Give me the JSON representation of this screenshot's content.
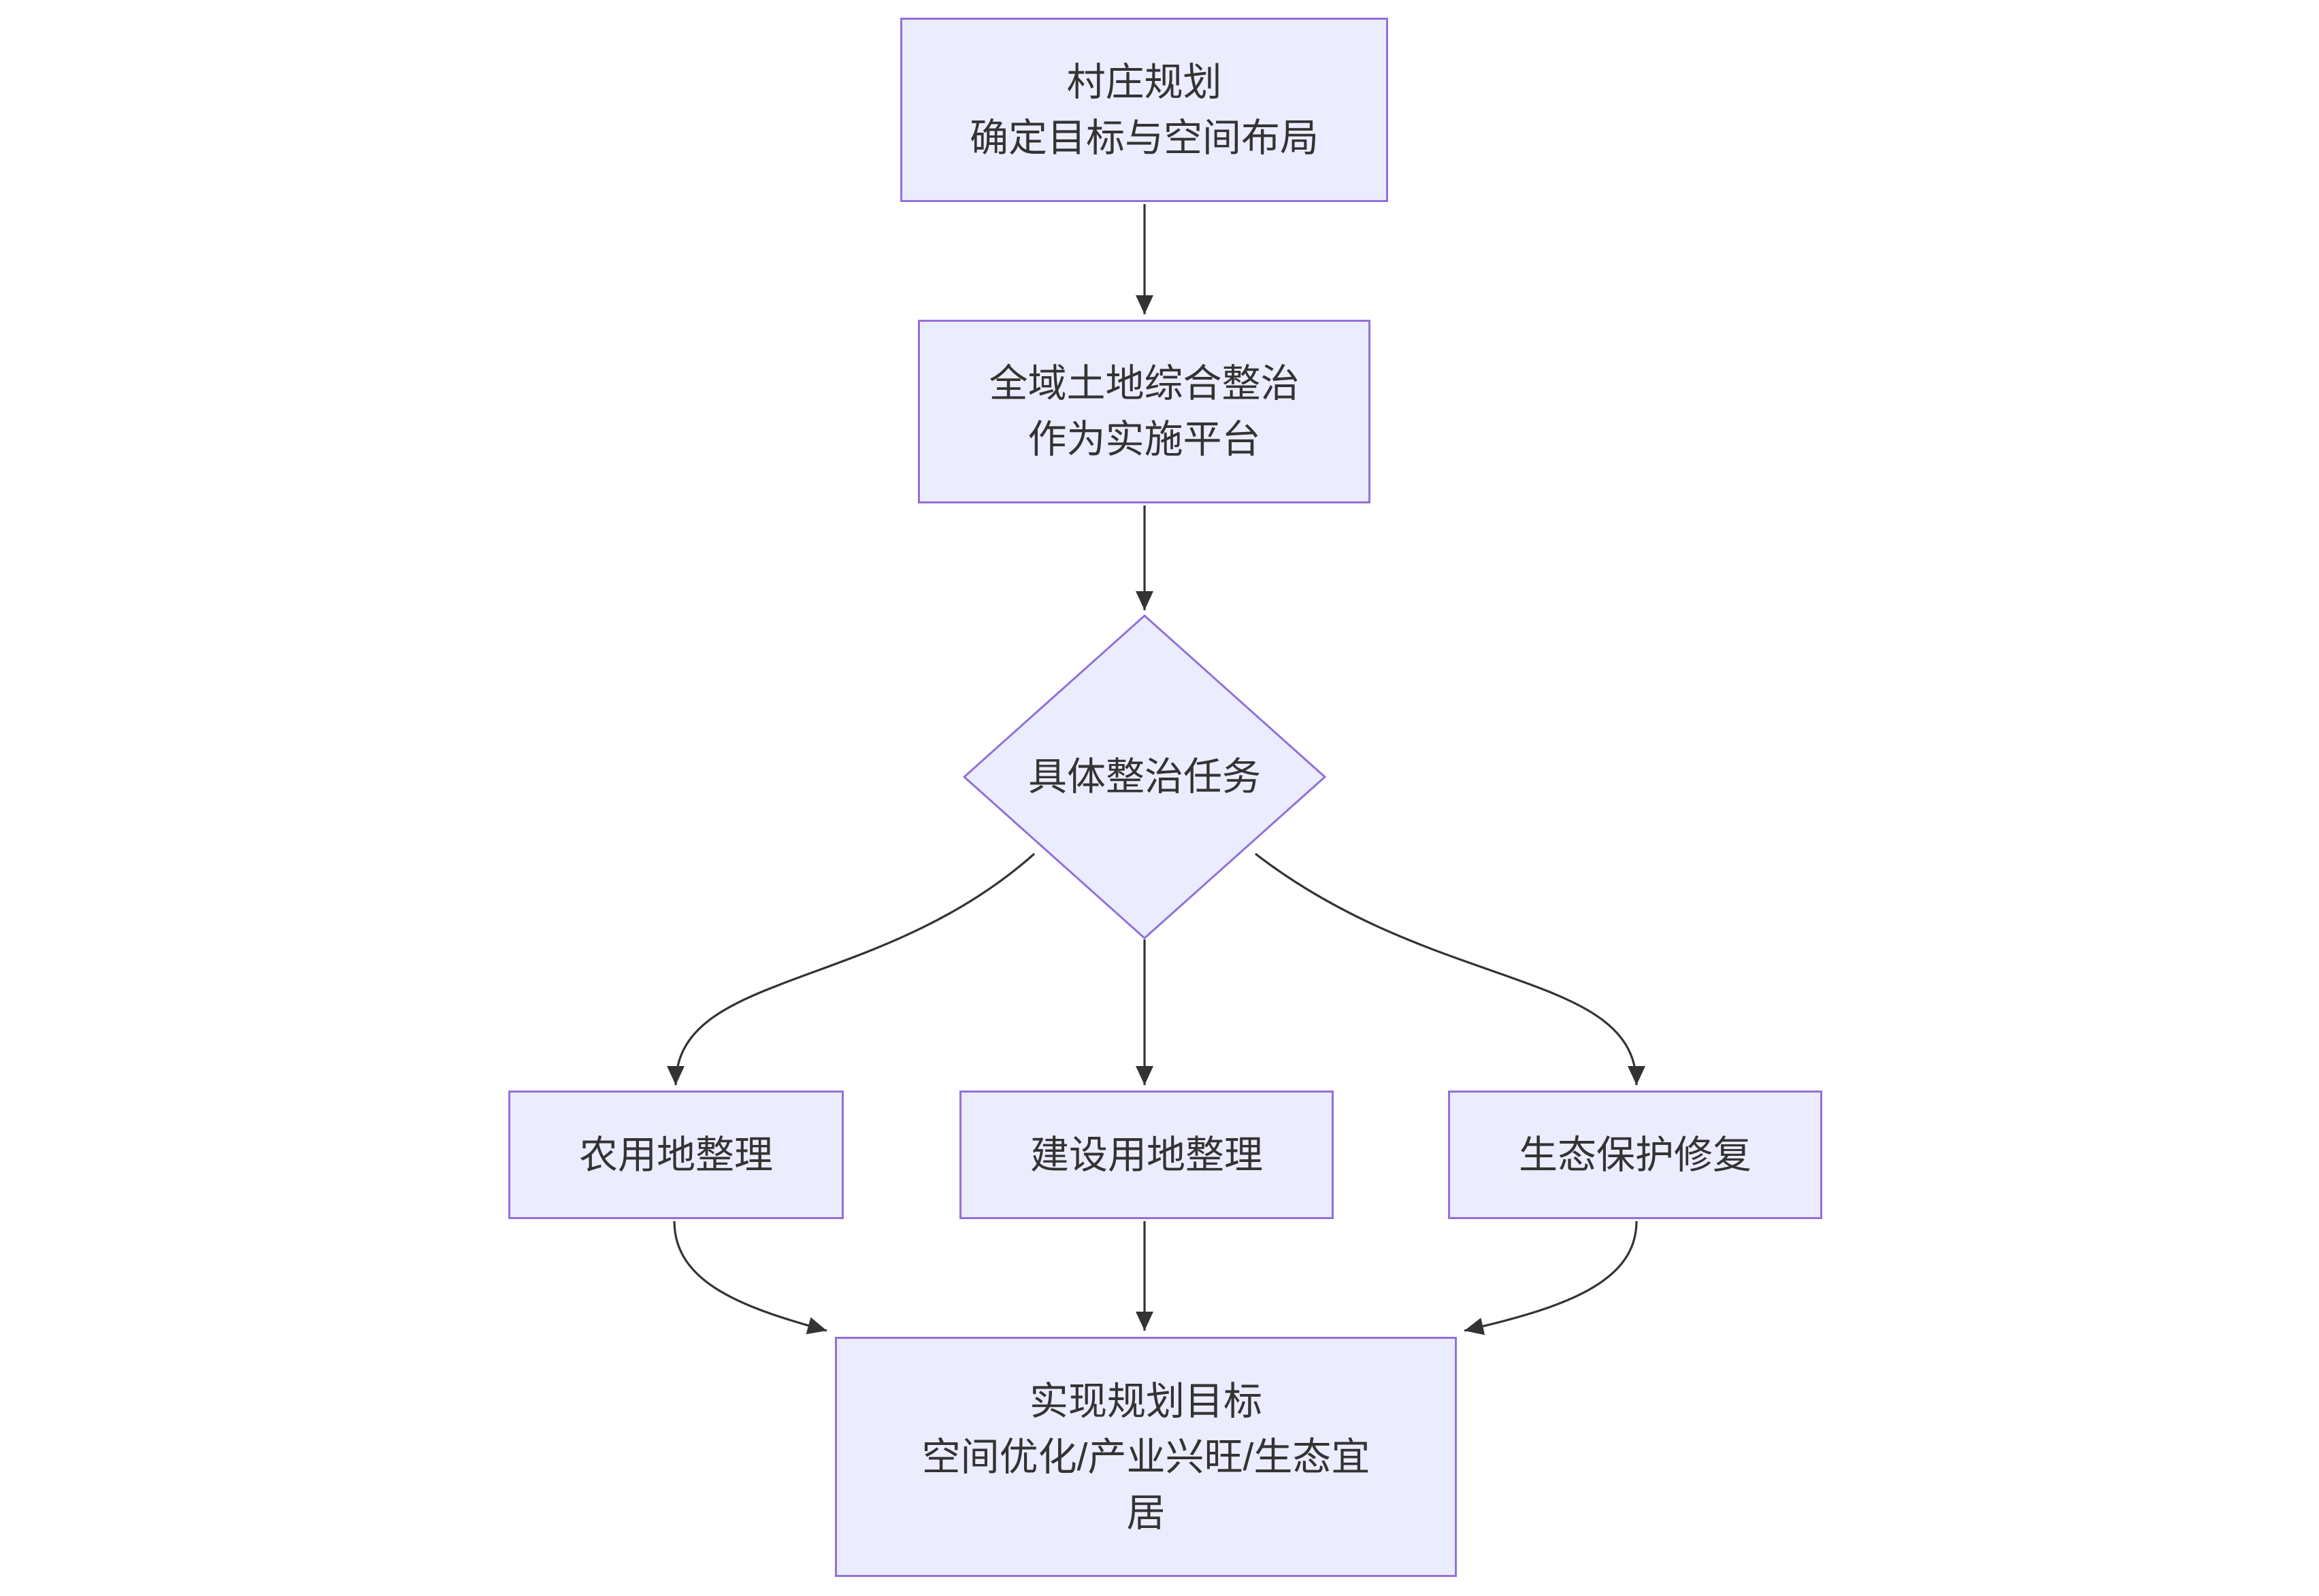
{
  "diagram": {
    "type": "flowchart",
    "direction": "top-down",
    "colors": {
      "node_fill": "#ECECFF",
      "node_border": "#9370DB",
      "edge_stroke": "#333333",
      "text": "#333333",
      "background": "#ffffff"
    },
    "nodes": {
      "village_plan": {
        "line1": "村庄规划",
        "line2": "确定目标与空间布局"
      },
      "platform": {
        "line1": "全域土地综合整治",
        "line2": "作为实施平台"
      },
      "decision": {
        "label": "具体整治任务"
      },
      "farmland": {
        "label": "农用地整理"
      },
      "construction": {
        "label": "建设用地整理"
      },
      "ecology": {
        "label": "生态保护修复"
      },
      "goal": {
        "line1": "实现规划目标",
        "line2": "空间优化/产业兴旺/生态宜",
        "line3": "居"
      }
    },
    "edges": [
      {
        "from": "village_plan",
        "to": "platform"
      },
      {
        "from": "platform",
        "to": "decision"
      },
      {
        "from": "decision",
        "to": "farmland"
      },
      {
        "from": "decision",
        "to": "construction"
      },
      {
        "from": "decision",
        "to": "ecology"
      },
      {
        "from": "farmland",
        "to": "goal"
      },
      {
        "from": "construction",
        "to": "goal"
      },
      {
        "from": "ecology",
        "to": "goal"
      }
    ]
  }
}
